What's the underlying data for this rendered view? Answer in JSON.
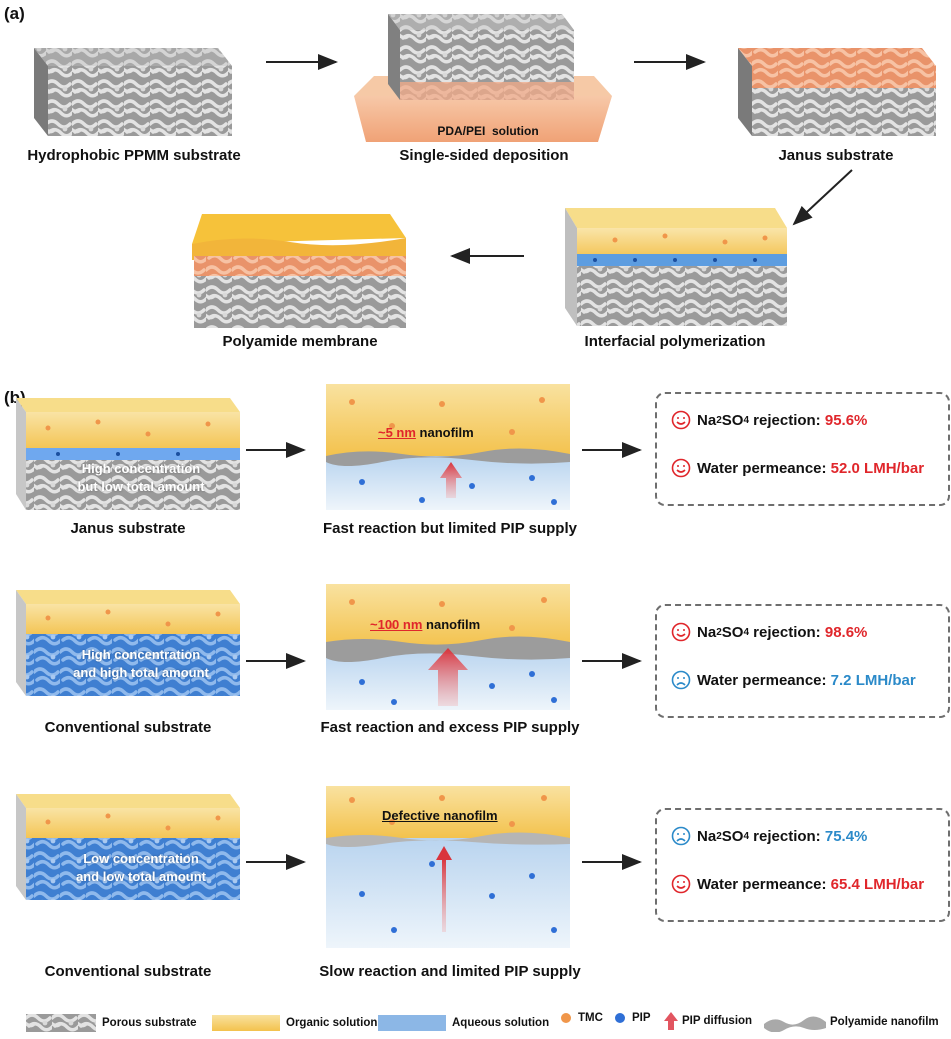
{
  "panel_a": {
    "tag": "(a)",
    "steps": [
      {
        "label": "Hydrophobic PPMM substrate"
      },
      {
        "label": "Single-sided deposition"
      },
      {
        "label": "Janus substrate"
      },
      {
        "label": "Interfacial polymerization"
      },
      {
        "label": "Polyamide membrane"
      }
    ],
    "solution_label": "PDA/PEI  solution"
  },
  "panel_b": {
    "tag": "(b)",
    "rows": [
      {
        "substrate_label": "Janus substrate",
        "substrate_text_1": "High concentration",
        "substrate_text_2": "but low total amount",
        "reaction_label": "Fast reaction but limited PIP supply",
        "nanofilm_value": "~5 nm",
        "nanofilm_suffix": " nanofilm",
        "rejection_label": "Na",
        "rejection_sub": "2",
        "rejection_mid": "SO",
        "rejection_sub2": "4",
        "rejection_tail": " rejection: ",
        "rejection_value": "95.6%",
        "permeance_label": "Water permeance: ",
        "permeance_value": "52.0 LMH/bar"
      },
      {
        "substrate_label": "Conventional substrate",
        "substrate_text_1": "High  concentration",
        "substrate_text_2": "and high total amount",
        "reaction_label": "Fast reaction and excess PIP supply",
        "nanofilm_value": "~100 nm",
        "nanofilm_suffix": " nanofilm",
        "rejection_label": "Na",
        "rejection_sub": "2",
        "rejection_mid": "SO",
        "rejection_sub2": "4",
        "rejection_tail": " rejection: ",
        "rejection_value": "98.6%",
        "permeance_label": "Water permeance: ",
        "permeance_value": "7.2 LMH/bar"
      },
      {
        "substrate_label": "Conventional substrate",
        "substrate_text_1": "Low  concentration",
        "substrate_text_2": "and low total amount",
        "reaction_label": "Slow reaction and limited PIP supply",
        "nanofilm_value": "",
        "nanofilm_suffix": "Defective nanofilm",
        "rejection_label": "Na",
        "rejection_sub": "2",
        "rejection_mid": "SO",
        "rejection_sub2": "4",
        "rejection_tail": " rejection: ",
        "rejection_value": "75.4%",
        "permeance_label": "Water permeance: ",
        "permeance_value": "65.4 LMH/bar"
      }
    ]
  },
  "legend": {
    "porous": "Porous substrate",
    "organic": "Organic solution",
    "aqueous": "Aqueous solution",
    "tmc": "TMC",
    "pip": "PIP",
    "pip_diffusion": "PIP diffusion",
    "polyamide": "Polyamide nanofilm"
  },
  "colors": {
    "good": "#e0262b",
    "bad": "#2b8ac9",
    "substrate": "#8a8a8a",
    "organic": "#f5c54a",
    "aqueous": "#6fa8dc",
    "salmon": "#ee9f76",
    "tmc": "#f0964a",
    "pip": "#2f6fd6"
  }
}
